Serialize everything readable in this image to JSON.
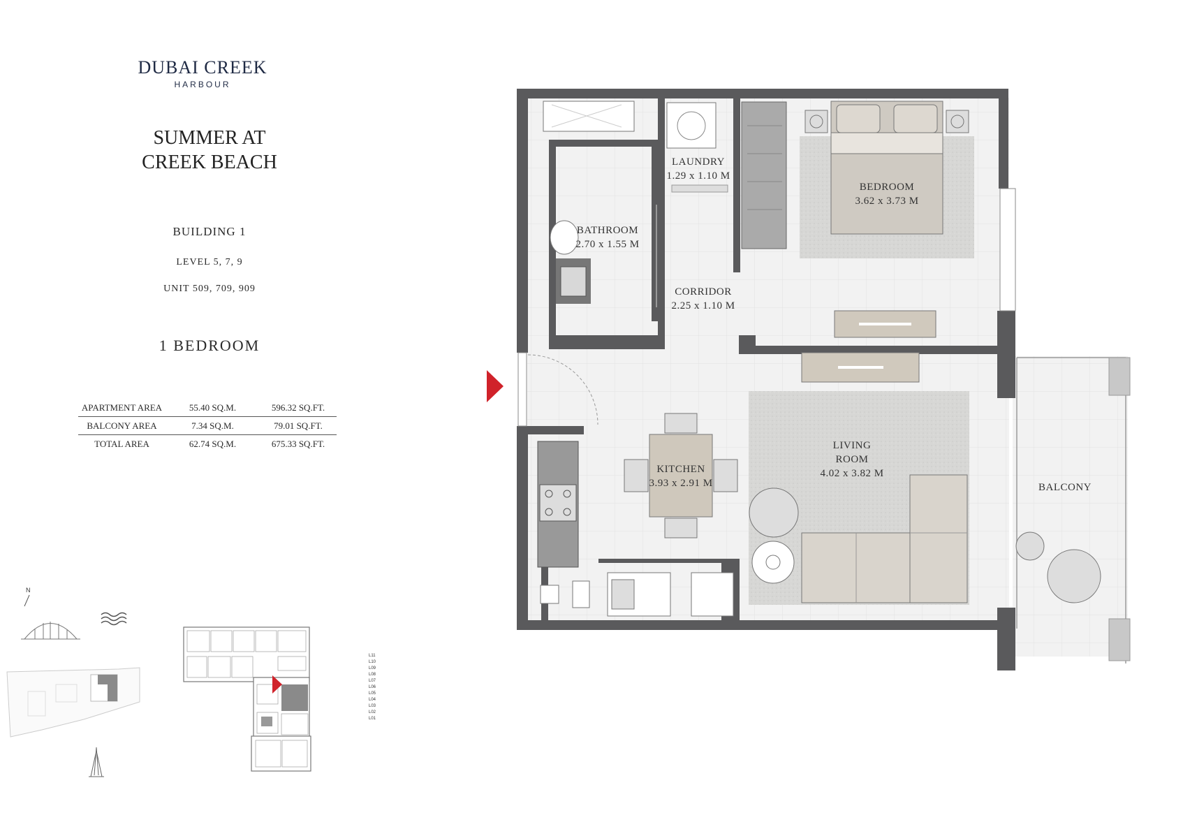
{
  "brand": {
    "name": "DUBAI CREEK",
    "sub": "HARBOUR"
  },
  "project": {
    "line1": "SUMMER AT",
    "line2": "CREEK BEACH"
  },
  "info": {
    "building": "BUILDING 1",
    "level": "LEVEL 5, 7, 9",
    "unit": "UNIT 509, 709, 909"
  },
  "unit_type": "1 BEDROOM",
  "areas": [
    {
      "label": "APARTMENT AREA",
      "sqm": "55.40 SQ.M.",
      "sqft": "596.32 SQ.FT."
    },
    {
      "label": "BALCONY AREA",
      "sqm": "7.34 SQ.M.",
      "sqft": "79.01 SQ.FT."
    },
    {
      "label": "TOTAL AREA",
      "sqm": "62.74 SQ.M.",
      "sqft": "675.33 SQ.FT."
    }
  ],
  "rooms": {
    "laundry": {
      "name": "LAUNDRY",
      "dim": "1.29 x 1.10 M"
    },
    "bathroom": {
      "name": "BATHROOM",
      "dim": "2.70 x 1.55 M"
    },
    "bedroom": {
      "name": "BEDROOM",
      "dim": "3.62 x 3.73 M"
    },
    "corridor": {
      "name": "CORRIDOR",
      "dim": "2.25 x 1.10 M"
    },
    "kitchen": {
      "name": "KITCHEN",
      "dim": "3.93 x 2.91 M"
    },
    "living": {
      "name1": "LIVING",
      "name2": "ROOM",
      "dim": "4.02 x 3.82 M"
    },
    "balcony": {
      "name": "BALCONY"
    }
  },
  "keyplan": {
    "north": "N"
  },
  "levels": [
    "L11",
    "L10",
    "L09",
    "L08",
    "L07",
    "L06",
    "L05",
    "L04",
    "L03",
    "L02",
    "L01"
  ],
  "colors": {
    "wall": "#5a5a5c",
    "floor": "#f1f1f1",
    "rug": "#d6d6d4",
    "furniture": "#d9d4cc",
    "accent": "#d0222a",
    "brand": "#1f2a44"
  }
}
